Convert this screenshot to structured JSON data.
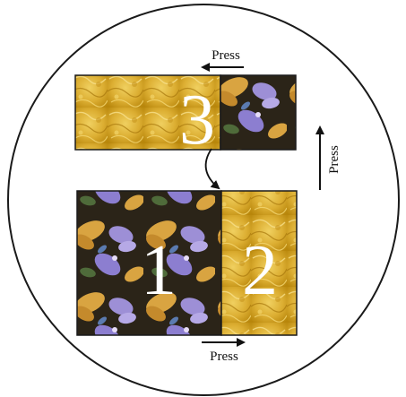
{
  "diagram": {
    "numbers": {
      "one": "1",
      "two": "2",
      "three": "3"
    },
    "press_labels": {
      "top": "Press",
      "right": "Press",
      "bottom": "Press"
    },
    "colors": {
      "gold_light": "#e8c24a",
      "gold_dark": "#b8860b",
      "floral_dark": "#2b2418",
      "floral_purple": "#9d8fd6",
      "floral_gold": "#d9a441",
      "outline": "#1a1a1a"
    }
  }
}
